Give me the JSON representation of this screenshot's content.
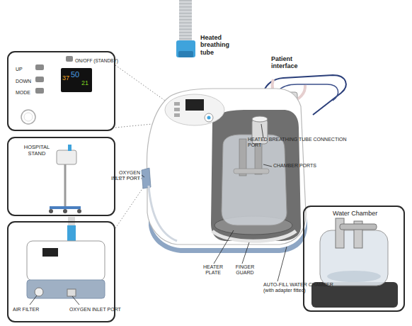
{
  "diagram": {
    "nodes": [
      {
        "text": [
          "UP",
          "DOWN",
          "MODE",
          "ON/OFF (STANDBY)"
        ]
      },
      {
        "text": [
          "37",
          "50",
          "21"
        ],
        "in": 0
      },
      {
        "text": [
          "HOSPITAL STAND"
        ]
      },
      {
        "text": [
          "AIR FILTER",
          "OXYGEN INLET PORT"
        ]
      },
      {
        "text": [
          "Water Chamber"
        ]
      }
    ],
    "labels": [
      "Heated breathing tube",
      "Patient interface",
      "HEATED BREATHING TUBE CONNECTION PORT",
      "CHAMBER PORTS",
      "OXYGEN INLET PORT",
      "HEATER PLATE",
      "FINGER GUARD",
      "AUTO-FILL WATER CHAMBER (with adapter fitted)"
    ]
  }
}
